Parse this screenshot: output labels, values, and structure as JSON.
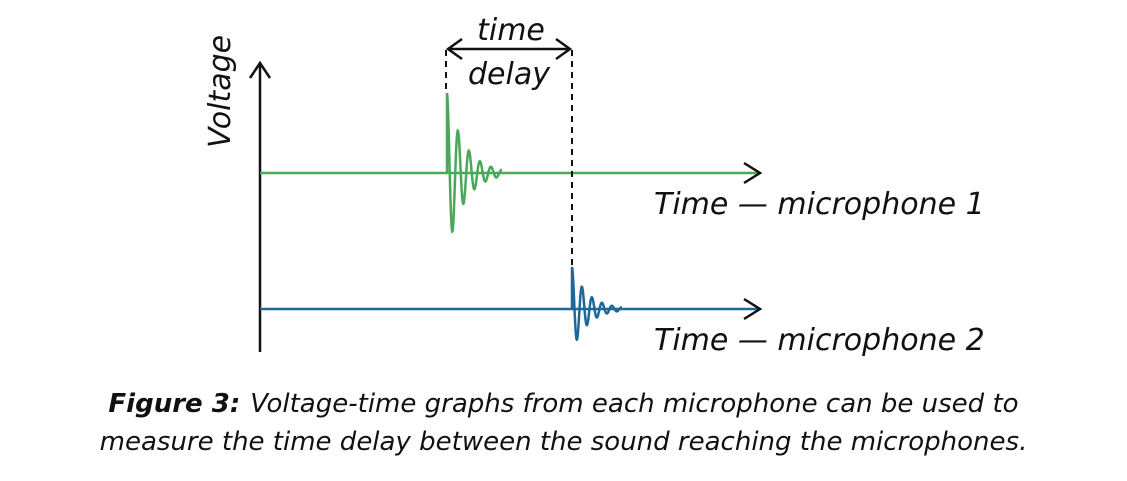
{
  "diagram": {
    "y_axis_label": "Voltage",
    "time_delay_label_line1": "time",
    "time_delay_label_line2": "delay",
    "trace1_label": "Time — microphone 1",
    "trace2_label": "Time — microphone 2"
  },
  "caption": {
    "figure_label": "Figure 3:",
    "line1": "Voltage-time graphs from each microphone can be used to",
    "line2": "measure the time delay between the sound reaching the microphones."
  },
  "colors": {
    "microphone1": "#4ca75a",
    "microphone2": "#21689a",
    "axis": "#111111"
  }
}
